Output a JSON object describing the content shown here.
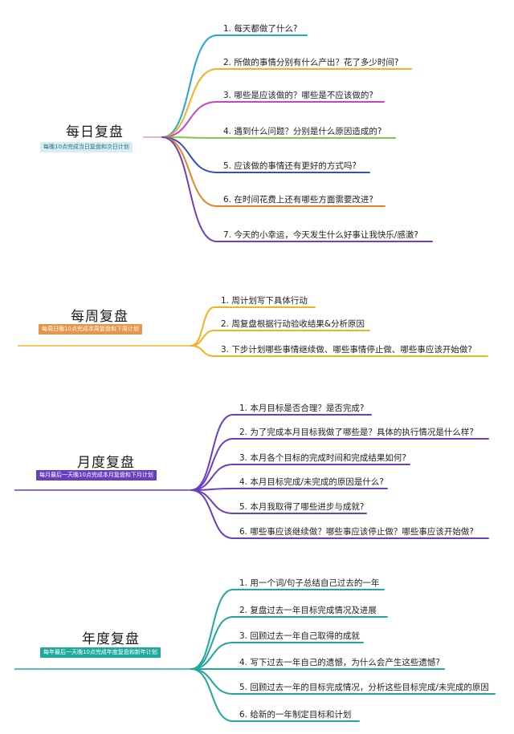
{
  "sections": [
    {
      "title": "每日复盘",
      "tag": "每晚10点完成当日复盘和次日计划",
      "tag_bg": "#d5eef4",
      "tag_fg": "#2a7080",
      "items": [
        {
          "text": "1. 每天都做了什么?",
          "color": "#22a8d8"
        },
        {
          "text": "2. 所做的事情分别有什么产出？花了多少时间?",
          "color": "#f5b21e"
        },
        {
          "text": "3. 哪些是应该做的？哪些是不应该做的?",
          "color": "#c347c3"
        },
        {
          "text": "4. 遇到什么问题？分别是什么原因造成的?",
          "color": "#7ec94a"
        },
        {
          "text": "5. 应该做的事情还有更好的方式吗?",
          "color": "#3550b8"
        },
        {
          "text": "6. 在时间花费上还有哪些方面需要改进?",
          "color": "#e8841e"
        },
        {
          "text": "7. 今天的小幸运，今天发生什么好事让我快乐/感激?",
          "color": "#7040c0"
        }
      ]
    },
    {
      "title": "每周复盘",
      "tag": "每周日晚10点完成本周复盘和下周计划",
      "tag_bg": "#e8954a",
      "tag_fg": "#ffffff",
      "items": [
        {
          "text": "1. 周计划写下具体行动",
          "color": "#f5b21e"
        },
        {
          "text": "2. 周复盘根据行动验收结果&分析原因",
          "color": "#f5b21e"
        },
        {
          "text": "3. 下步计划哪些事情继续做、哪些事情停止做、哪些事应该开始做?",
          "color": "#f5b21e"
        }
      ]
    },
    {
      "title": "月度复盘",
      "tag": "每月最后一天晚10点完成本月复盘和下月计划",
      "tag_bg": "#6a3fbf",
      "tag_fg": "#ffffff",
      "items": [
        {
          "text": "1. 本月目标是否合理？是否完成?",
          "color": "#6a3fbf"
        },
        {
          "text": "2. 为了完成本月目标我做了哪些是？具体的执行情况是什么样?",
          "color": "#6a3fbf"
        },
        {
          "text": "3. 本月各个目标的完成时间和完成结果如何?",
          "color": "#6a3fbf"
        },
        {
          "text": "4. 本月目标完成/未完成的原因是什么?",
          "color": "#6a3fbf"
        },
        {
          "text": "5. 本月我取得了哪些进步与成就?",
          "color": "#6a3fbf"
        },
        {
          "text": "6. 哪些事应该继续做？哪些事应该停止做？哪些事应该开始做?",
          "color": "#6a3fbf"
        }
      ]
    },
    {
      "title": "年度复盘",
      "tag": "每年最后一天晚10点完成年度复盘和新年计划",
      "tag_bg": "#20a89c",
      "tag_fg": "#ffffff",
      "items": [
        {
          "text": "1. 用一个词/句子总结自己过去的一年",
          "color": "#20a89c"
        },
        {
          "text": "2. 复盘过去一年目标完成情况及进展",
          "color": "#20a89c"
        },
        {
          "text": "3. 回顾过去一年自己取得的成就",
          "color": "#20a89c"
        },
        {
          "text": "4. 写下过去一年自己的遗憾，为什么会产生这些遗憾?",
          "color": "#20a89c"
        },
        {
          "text": "5. 回顾过去一年的目标完成情况，分析这些目标完成/未完成的原因",
          "color": "#20a89c"
        },
        {
          "text": "6. 给新的一年制定目标和计划",
          "color": "#20a89c"
        }
      ]
    }
  ]
}
